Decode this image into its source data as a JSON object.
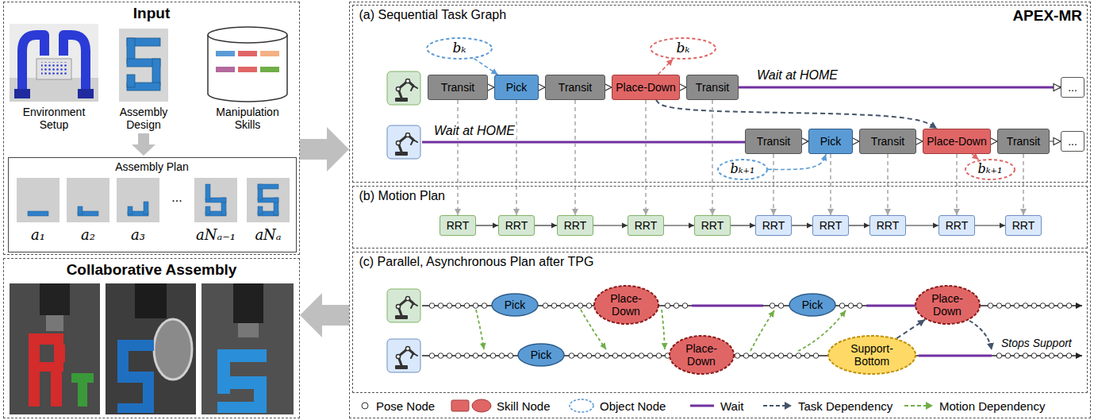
{
  "diagram": {
    "nodes": [
      {
        "text": [
          "Input"
        ]
      },
      {
        "text": [
          "Assembly Plan"
        ],
        "in": 0
      },
      {
        "text": [
          "Collaborative Assembly"
        ]
      },
      {
        "text": [
          "APEX-MR"
        ]
      },
      {
        "text": [
          "(a) Sequential Task Graph"
        ],
        "in": 3
      },
      {
        "text": [
          "bₖ"
        ],
        "in": 4
      },
      {
        "text": [
          "bₖ"
        ],
        "in": 4
      },
      {
        "text": [
          "Transit"
        ],
        "in": 4
      },
      {
        "text": [
          "Pick"
        ],
        "in": 4
      },
      {
        "text": [
          "Transit"
        ],
        "in": 4
      },
      {
        "text": [
          "Place-Down"
        ],
        "in": 4
      },
      {
        "text": [
          "Transit"
        ],
        "in": 4
      },
      {
        "text": [
          "..."
        ],
        "in": 4
      },
      {
        "text": [
          "Transit"
        ],
        "in": 4
      },
      {
        "text": [
          "Pick"
        ],
        "in": 4
      },
      {
        "text": [
          "Transit"
        ],
        "in": 4
      },
      {
        "text": [
          "Place-Down"
        ],
        "in": 4
      },
      {
        "text": [
          "Transit"
        ],
        "in": 4
      },
      {
        "text": [
          "..."
        ],
        "in": 4
      },
      {
        "text": [
          "bₖ₊₁"
        ],
        "in": 4
      },
      {
        "text": [
          "bₖ₊₁"
        ],
        "in": 4
      },
      {
        "text": [
          "(b) Motion Plan"
        ],
        "in": 3
      },
      {
        "text": [
          "RRT"
        ],
        "in": 21
      },
      {
        "text": [
          "RRT"
        ],
        "in": 21
      },
      {
        "text": [
          "RRT"
        ],
        "in": 21
      },
      {
        "text": [
          "RRT"
        ],
        "in": 21
      },
      {
        "text": [
          "RRT"
        ],
        "in": 21
      },
      {
        "text": [
          "RRT"
        ],
        "in": 21
      },
      {
        "text": [
          "RRT"
        ],
        "in": 21
      },
      {
        "text": [
          "RRT"
        ],
        "in": 21
      },
      {
        "text": [
          "RRT"
        ],
        "in": 21
      },
      {
        "text": [
          "RRT"
        ],
        "in": 21
      },
      {
        "text": [
          "(c) Parallel, Asynchronous Plan after TPG"
        ],
        "in": 3
      },
      {
        "text": [
          "Pick"
        ],
        "in": 32
      },
      {
        "text": [
          "Place-Down"
        ],
        "in": 32
      },
      {
        "text": [
          "Pick"
        ],
        "in": 32
      },
      {
        "text": [
          "Place-Down"
        ],
        "in": 32
      },
      {
        "text": [
          "Pick"
        ],
        "in": 32
      },
      {
        "text": [
          "Place-Down"
        ],
        "in": 32
      },
      {
        "text": [
          "Support-Bottom"
        ],
        "in": 32
      }
    ],
    "edges": [
      {
        "from": 0,
        "to": 3,
        "arrow": "to"
      },
      {
        "from": 3,
        "to": 2,
        "arrow": "to"
      },
      {
        "from": 7,
        "to": 8,
        "arrow": "to"
      },
      {
        "from": 8,
        "to": 9,
        "arrow": "to"
      },
      {
        "from": 9,
        "to": 10,
        "arrow": "to"
      },
      {
        "from": 10,
        "to": 11,
        "arrow": "to"
      },
      {
        "from": 11,
        "to": 12,
        "label": "Wait at HOME",
        "arrow": "to"
      },
      {
        "from": 13,
        "to": 14,
        "arrow": "to"
      },
      {
        "from": 14,
        "to": 15,
        "arrow": "to"
      },
      {
        "from": 15,
        "to": 16,
        "arrow": "to"
      },
      {
        "from": 16,
        "to": 17,
        "arrow": "to"
      },
      {
        "from": 17,
        "to": 18,
        "arrow": "to"
      },
      {
        "from": 5,
        "to": 8,
        "arrow": "to"
      },
      {
        "from": 10,
        "to": 6,
        "arrow": "to"
      },
      {
        "from": 19,
        "to": 14,
        "arrow": "to"
      },
      {
        "from": 16,
        "to": 20,
        "arrow": "to"
      },
      {
        "from": 10,
        "to": 16,
        "arrow": "to"
      },
      {
        "from": 7,
        "to": 22,
        "arrow": "to"
      },
      {
        "from": 8,
        "to": 23,
        "arrow": "to"
      },
      {
        "from": 9,
        "to": 24,
        "arrow": "to"
      },
      {
        "from": 10,
        "to": 25,
        "arrow": "to"
      },
      {
        "from": 11,
        "to": 26,
        "arrow": "to"
      },
      {
        "from": 13,
        "to": 27,
        "arrow": "to"
      },
      {
        "from": 14,
        "to": 28,
        "arrow": "to"
      },
      {
        "from": 15,
        "to": 29,
        "arrow": "to"
      },
      {
        "from": 16,
        "to": 30,
        "arrow": "to"
      },
      {
        "from": 17,
        "to": 31,
        "arrow": "to"
      },
      {
        "from": 22,
        "to": 23,
        "arrow": "to"
      },
      {
        "from": 23,
        "to": 24,
        "arrow": "to"
      },
      {
        "from": 24,
        "to": 25,
        "arrow": "to"
      },
      {
        "from": 25,
        "to": 26,
        "arrow": "to"
      },
      {
        "from": 26,
        "to": 27,
        "arrow": "to"
      },
      {
        "from": 27,
        "to": 28,
        "arrow": "to"
      },
      {
        "from": 28,
        "to": 29,
        "arrow": "to"
      },
      {
        "from": 29,
        "to": 30,
        "arrow": "to"
      },
      {
        "from": 30,
        "to": 31,
        "arrow": "to"
      },
      {
        "from": 39,
        "to": 36,
        "arrow": "to"
      }
    ],
    "labels": [
      "Environment Setup",
      "Assembly Design",
      "Manipulation Skills",
      "a₁",
      "a₂",
      "a₃",
      "...",
      "aNₐ₋₁",
      "aNₐ",
      "Wait at HOME",
      "Stops Support"
    ],
    "legend": [
      {
        "text": "Pose Node"
      },
      {
        "text": "Skill Node"
      },
      {
        "text": "Object Node"
      },
      {
        "text": "Wait"
      },
      {
        "text": "Task Dependency"
      },
      {
        "text": "Motion Dependency"
      }
    ]
  }
}
